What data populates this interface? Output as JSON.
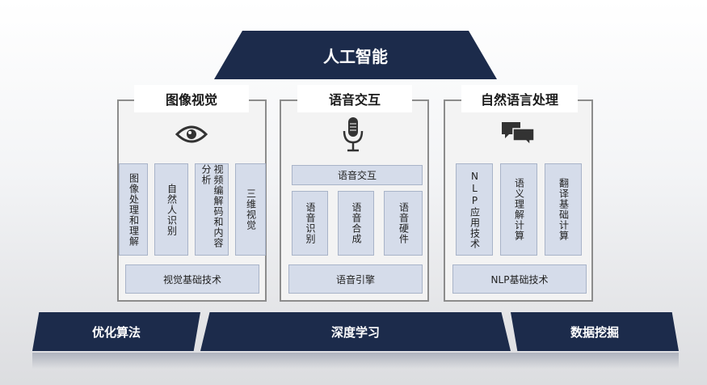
{
  "top": {
    "title": "人工智能"
  },
  "panels": [
    {
      "title": "图像视觉",
      "icon": "eye-icon",
      "items": [
        "图像处理和理解",
        "自然人识别",
        "视频编解码和内容分析",
        "三维视觉"
      ],
      "base": "视觉基础技术"
    },
    {
      "title": "语音交互",
      "icon": "microphone-icon",
      "header": "语音交互",
      "items": [
        "语音识别",
        "语音合成",
        "语音硬件"
      ],
      "base": "语音引擎"
    },
    {
      "title": "自然语言处理",
      "icon": "chat-bubbles-icon",
      "items": [
        "NLP应用技术",
        "语义理解计算",
        "翻译基础计算"
      ],
      "base": "NLP基础技术"
    }
  ],
  "foundation": [
    "优化算法",
    "深度学习",
    "数据挖掘"
  ],
  "colors": {
    "navy": "#1c2b4b",
    "box": "#d5dcea",
    "border": "#8c8c8c"
  }
}
